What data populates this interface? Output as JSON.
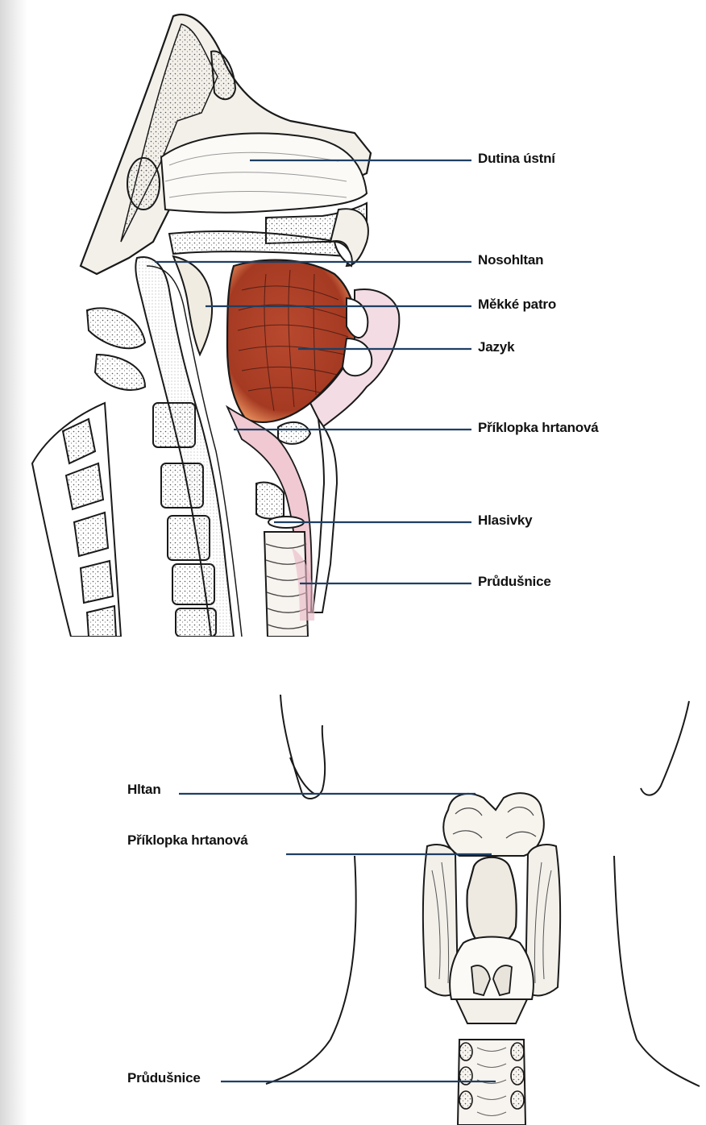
{
  "figure_top": {
    "labels": [
      {
        "id": "dutina-ustni",
        "text": "Dutina ústní"
      },
      {
        "id": "nosohltan",
        "text": "Nosohltan"
      },
      {
        "id": "mekke-patro",
        "text": "Měkké patro"
      },
      {
        "id": "jazyk",
        "text": "Jazyk"
      },
      {
        "id": "priklopka-hrtanova",
        "text": "Příklopka hrtanová"
      },
      {
        "id": "hlasivky",
        "text": "Hlasivky"
      },
      {
        "id": "prudusnice",
        "text": "Průdušnice"
      }
    ]
  },
  "figure_bottom": {
    "labels": [
      {
        "id": "hltan",
        "text": "Hltan"
      },
      {
        "id": "priklopka-hrtanova",
        "text": "Příklopka hrtanová"
      },
      {
        "id": "prudusnice",
        "text": "Průdušnice"
      }
    ]
  },
  "colors": {
    "leader_line": "#1f3f63",
    "tongue": "#b8492f",
    "pink_tissue": "#e9b7c6",
    "outline": "#1a1a1a",
    "bone_fill": "#f3f0ea"
  }
}
